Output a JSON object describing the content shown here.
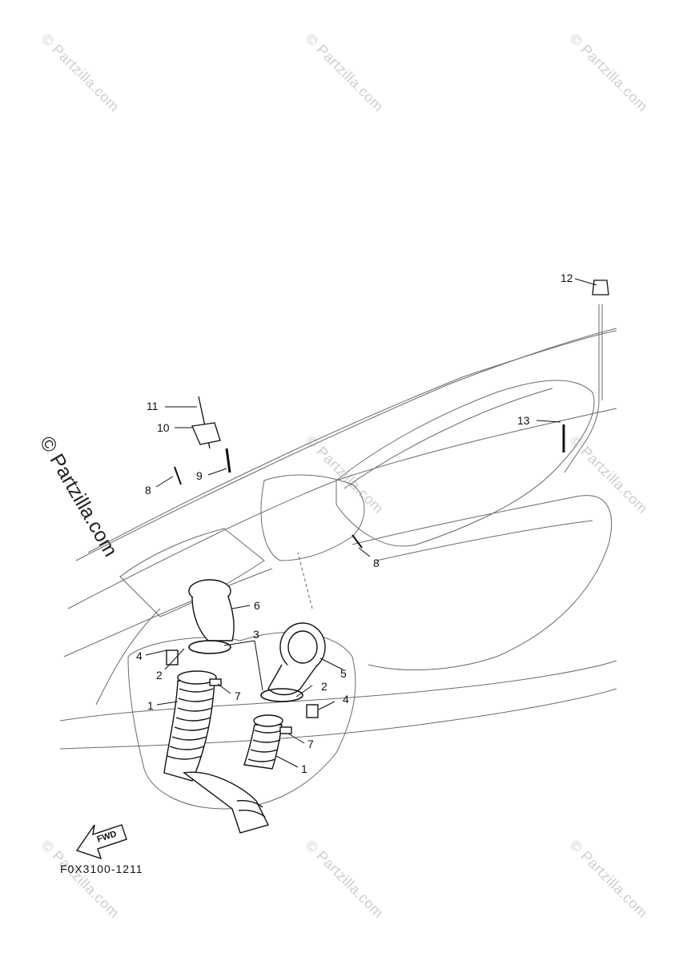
{
  "watermark": {
    "text": "© Partzilla.com",
    "side_text": "© Partzilla.com"
  },
  "callouts": {
    "c1a": "1",
    "c1b": "1",
    "c2a": "2",
    "c2b": "2",
    "c3": "3",
    "c4a": "4",
    "c4b": "4",
    "c5": "5",
    "c6": "6",
    "c7a": "7",
    "c7b": "7",
    "c8a": "8",
    "c8b": "8",
    "c9": "9",
    "c10": "10",
    "c11": "11",
    "c12": "12",
    "c13": "13"
  },
  "fwd_label": "FWD",
  "diagram_code": "F0X3100-1211"
}
